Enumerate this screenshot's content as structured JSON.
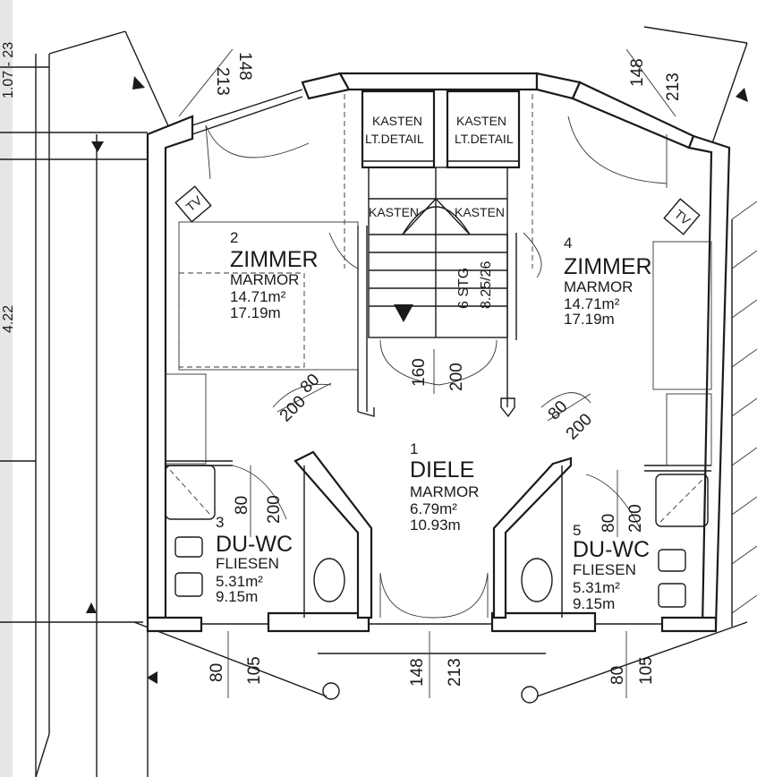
{
  "rooms": {
    "r2": {
      "num": "2",
      "name": "ZIMMER",
      "floor": "MARMOR",
      "area": "14.71m²",
      "perim": "17.19m"
    },
    "r4": {
      "num": "4",
      "name": "ZIMMER",
      "floor": "MARMOR",
      "area": "14.71m²",
      "perim": "17.19m"
    },
    "r1": {
      "num": "1",
      "name": "DIELE",
      "floor": "MARMOR",
      "area": "6.79m²",
      "perim": "10.93m"
    },
    "r3": {
      "num": "3",
      "name": "DU-WC",
      "floor": "FLIESEN",
      "area": "5.31m²",
      "perim": "9.15m"
    },
    "r5": {
      "num": "5",
      "name": "DU-WC",
      "floor": "FLIESEN",
      "area": "5.31m²",
      "perim": "9.15m"
    }
  },
  "cabinets": {
    "kasten": "KASTEN",
    "detail": "LT.DETAIL"
  },
  "stair": {
    "stg": "6 STG",
    "ratio": "8.25/26"
  },
  "tv": "TV",
  "dims": {
    "d148": "148",
    "d213": "213",
    "d80": "80",
    "d200": "200",
    "d160": "160",
    "d105": "105"
  },
  "margin_text": {
    "top": "1.07 - 23",
    "side": "4.22"
  }
}
